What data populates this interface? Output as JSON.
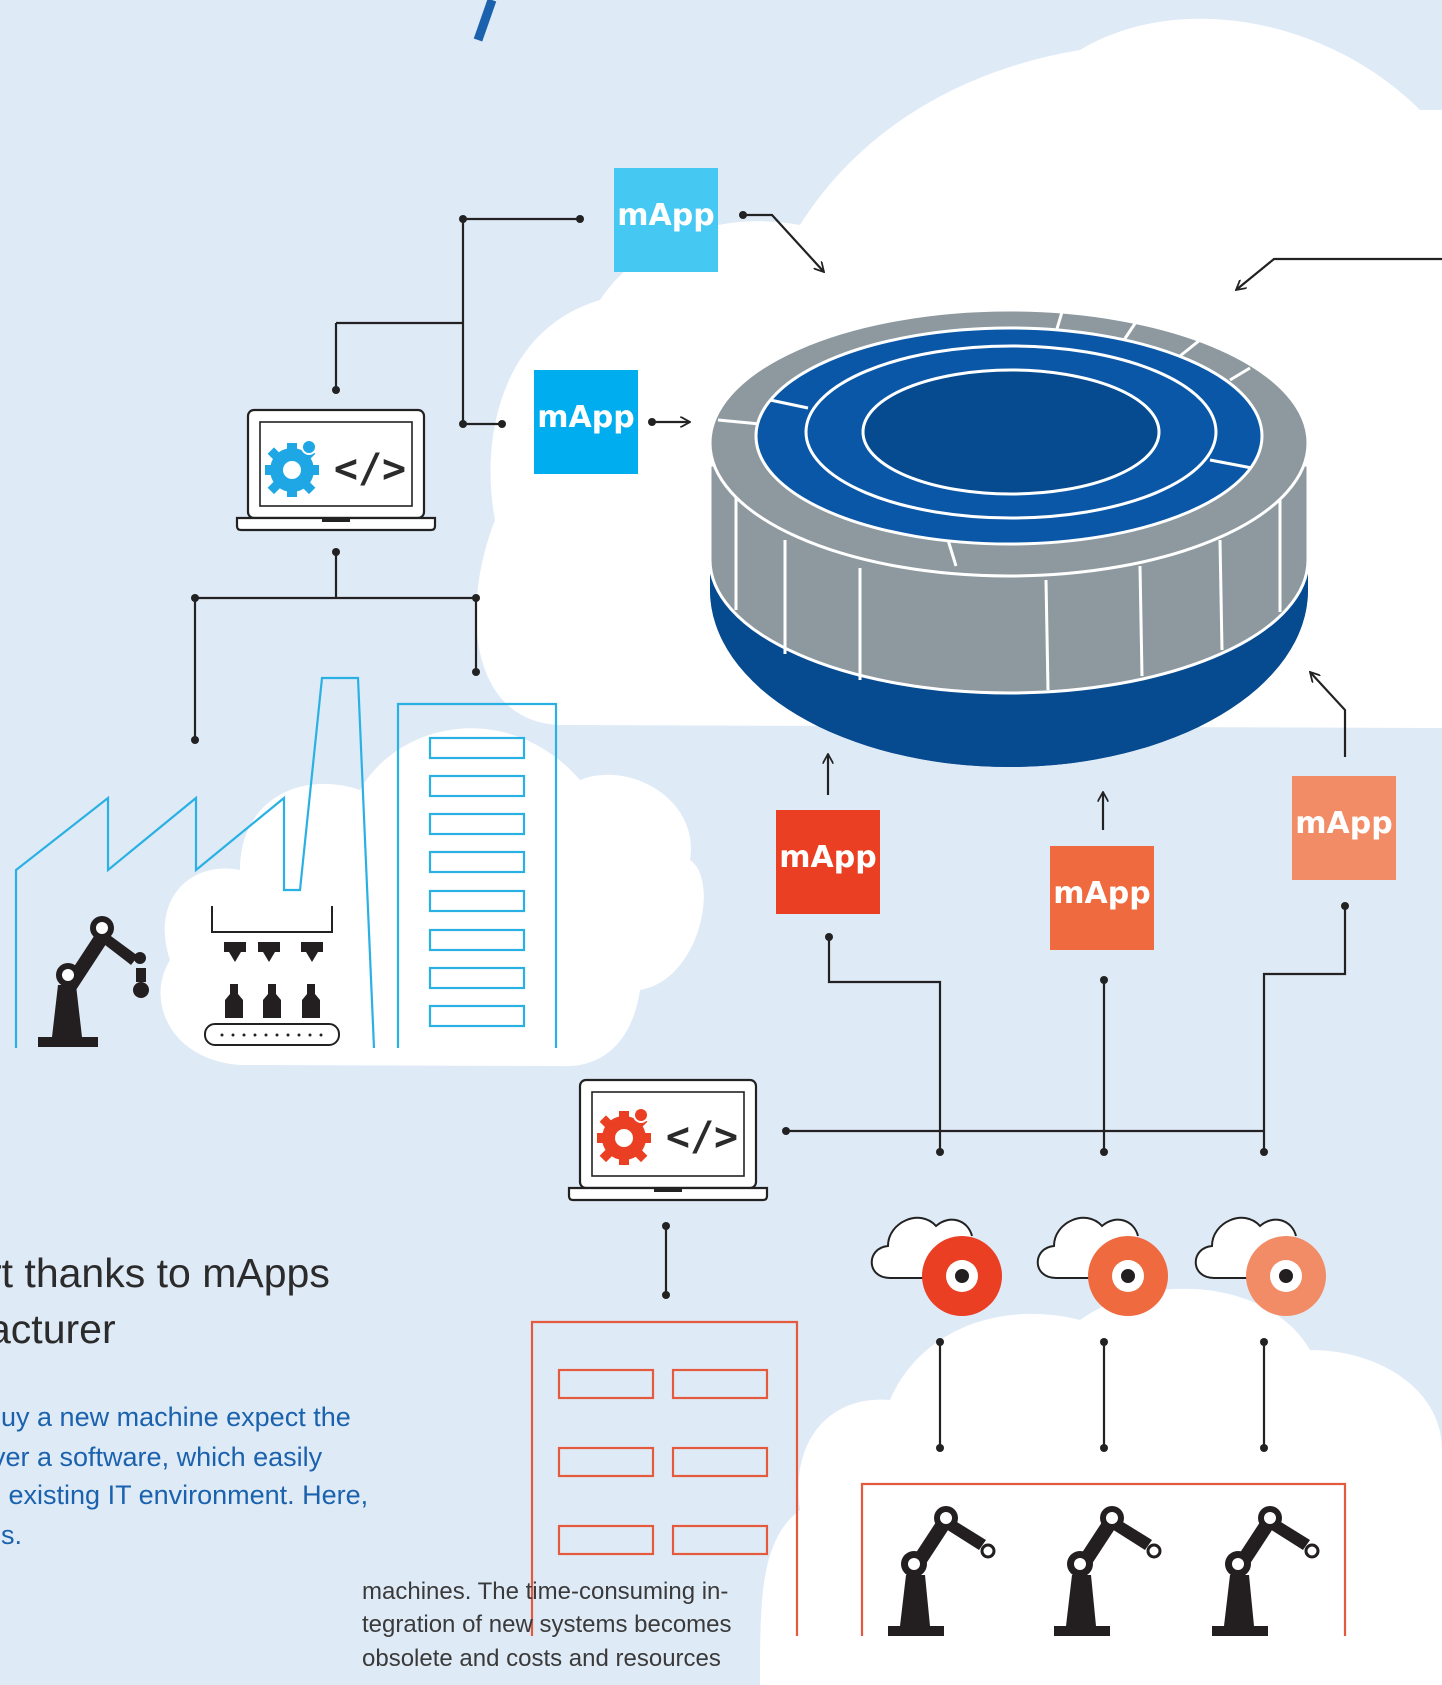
{
  "article": {
    "heading_line_1": "rt thanks to mApps",
    "heading_line_2": "acturer",
    "intro_line_1": "buy a new machine expect the",
    "intro_line_2": "iver  a  software,  which  easily",
    "intro_line_3": "e existing IT environment. Here,",
    "intro_line_4": "es.",
    "body_line_1": "machines. The time-consuming in-",
    "body_line_2": "tegration of new systems becomes",
    "body_line_3": "obsolete  and  costs  and  resources"
  },
  "diagram": {
    "mapp_label": "mApp",
    "code_symbol": "</>",
    "colors": {
      "background": "#dfeaf7",
      "cloud": "#ffffff",
      "platform_blue": "#0a57a8",
      "platform_dark": "#064a90",
      "platform_gray": "#8d999f",
      "mapp_light_blue": "#45c8f1",
      "mapp_blue": "#00aeef",
      "mapp_red": "#ea3f22",
      "mapp_orange": "#ef6a3f",
      "mapp_salmon": "#f28c66",
      "factory_outline": "#2ab1e4",
      "plant_outline": "#e45a3c",
      "robot": "#231f20",
      "connector": "#222222",
      "heading_text": "#2b2b2b",
      "intro_text": "#1a62ad"
    },
    "icons": {
      "laptops": [
        "laptop-gear-code-icon",
        "laptop-gear-code-icon"
      ],
      "gears": [
        "blue-gear-icon",
        "red-gear-icon"
      ],
      "robots": [
        "industrial-robot-arm-icon",
        "industrial-robot-arm-icon",
        "industrial-robot-arm-icon",
        "industrial-robot-arm-icon"
      ],
      "cloud_devices": [
        "cloud-connected-device-icon",
        "cloud-connected-device-icon",
        "cloud-connected-device-icon"
      ],
      "platform": "cloud-platform-ring-icon",
      "factory": "factory-outline-icon",
      "bottling_line": "bottling-line-icon"
    }
  }
}
